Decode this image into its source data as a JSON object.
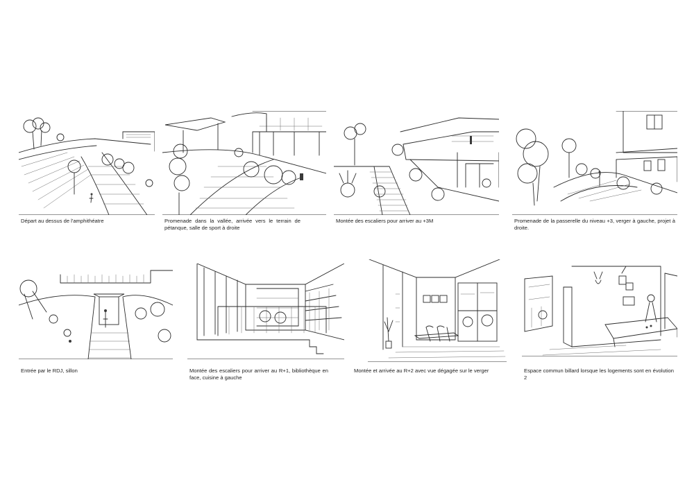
{
  "board": {
    "panels": [
      {
        "caption": "Départ au dessus de l'amphithéatre",
        "sketch": "amphitheatre-sketch"
      },
      {
        "caption": "Promenade dans la vallée, arrivée vers le terrain de pétanque, salle de sport à droite",
        "sketch": "valley-promenade-sketch"
      },
      {
        "caption": "Montée des escaliers pour arriver au +3M",
        "sketch": "stairs-plus3m-sketch"
      },
      {
        "caption": "Promenade de la passerelle du niveau +3, verger à gauche, projet à droite.",
        "sketch": "footbridge-sketch"
      },
      {
        "caption": "Entrée par le RDJ, sillon",
        "sketch": "rdj-entrance-sketch"
      },
      {
        "caption": "Montée des escaliers pour arriver au R+1, bibliothèque en face, cuisine à gauche",
        "sketch": "library-r1-sketch"
      },
      {
        "caption": "Montée et arrivée au R+2 avec vue dégagée sur le verger",
        "sketch": "r2-orchard-view-sketch"
      },
      {
        "caption": "Espace commun billard lorsque les logements sont en évolution 2",
        "sketch": "billiard-room-sketch"
      }
    ]
  }
}
